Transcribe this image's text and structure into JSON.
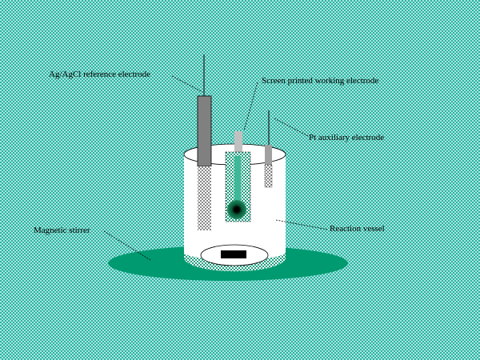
{
  "labels": {
    "reference": "Ag/AgCl reference electrode",
    "working": "Screen printed working electrode",
    "auxiliary": "Pt auxiliary electrode",
    "stirrer": "Magnetic stirrer",
    "vessel": "Reaction vessel"
  },
  "colors": {
    "background": "#5ec6b9",
    "stirrer_plate": "#009a70",
    "electrode_grey": "#808080"
  }
}
